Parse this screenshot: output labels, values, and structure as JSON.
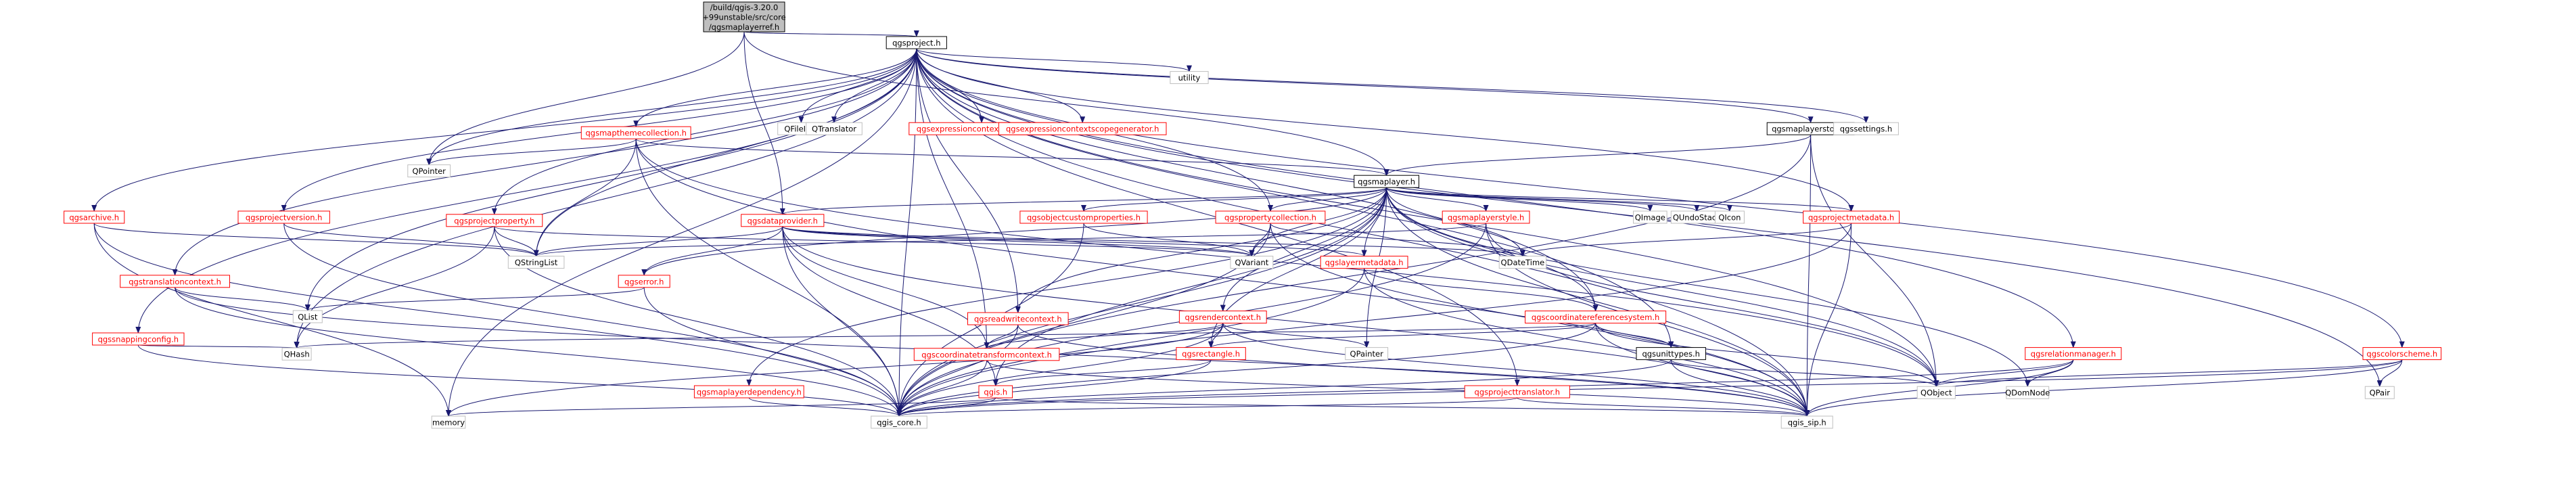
{
  "colors": {
    "edge": "#191970",
    "root_fill": "#bfbfbf",
    "node_fill": "#ffffff",
    "text_normal": "#000000",
    "text_linked": "#ff0000",
    "border_linked": "#ff0000",
    "border_system": "#bfbfbf",
    "border_root": "#000000"
  },
  "nodes": [
    {
      "id": "root",
      "lines": [
        "/build/qgis-3.20.0",
        "+99unstable/src/core",
        "/qgsmaplayerref.h"
      ],
      "style": "root"
    },
    {
      "id": "qgsproject",
      "lines": [
        "qgsproject.h"
      ],
      "style": "normal"
    },
    {
      "id": "utility",
      "lines": [
        "utility"
      ],
      "style": "system"
    },
    {
      "id": "qgsmapthemecollection",
      "lines": [
        "qgsmapthemecollection.h"
      ],
      "style": "linked"
    },
    {
      "id": "qfileinfo",
      "lines": [
        "QFileInfo"
      ],
      "style": "system"
    },
    {
      "id": "qtranslator",
      "lines": [
        "QTranslator"
      ],
      "style": "system"
    },
    {
      "id": "qgsexpressioncontextgenerator",
      "lines": [
        "qgsexpressioncontextgenerator.h"
      ],
      "style": "linked"
    },
    {
      "id": "qgsexpressioncontextscopegenerator",
      "lines": [
        "qgsexpressioncontextscopegenerator.h"
      ],
      "style": "linked"
    },
    {
      "id": "qgsmaplayerstore",
      "lines": [
        "qgsmaplayerstore.h"
      ],
      "style": "normal"
    },
    {
      "id": "qgssettings",
      "lines": [
        "qgssettings.h"
      ],
      "style": "system"
    },
    {
      "id": "qpointer",
      "lines": [
        "QPointer"
      ],
      "style": "system"
    },
    {
      "id": "qgsmaplayer",
      "lines": [
        "qgsmaplayer.h"
      ],
      "style": "normal"
    },
    {
      "id": "qgsarchive",
      "lines": [
        "qgsarchive.h"
      ],
      "style": "linked"
    },
    {
      "id": "qgsprojectversion",
      "lines": [
        "qgsprojectversion.h"
      ],
      "style": "linked"
    },
    {
      "id": "qgsprojectproperty",
      "lines": [
        "qgsprojectproperty.h"
      ],
      "style": "linked"
    },
    {
      "id": "qgsdataprovider",
      "lines": [
        "qgsdataprovider.h"
      ],
      "style": "linked"
    },
    {
      "id": "qgsobjectcustomproperties",
      "lines": [
        "qgsobjectcustomproperties.h"
      ],
      "style": "linked"
    },
    {
      "id": "qgspropertycollection",
      "lines": [
        "qgspropertycollection.h"
      ],
      "style": "linked"
    },
    {
      "id": "qgsmaplayerstyle",
      "lines": [
        "qgsmaplayerstyle.h"
      ],
      "style": "linked"
    },
    {
      "id": "qimage",
      "lines": [
        "QImage"
      ],
      "style": "system"
    },
    {
      "id": "qundostack",
      "lines": [
        "QUndoStack"
      ],
      "style": "system"
    },
    {
      "id": "qicon",
      "lines": [
        "QIcon"
      ],
      "style": "system"
    },
    {
      "id": "qgsprojectmetadata",
      "lines": [
        "qgsprojectmetadata.h"
      ],
      "style": "linked"
    },
    {
      "id": "qstringlist",
      "lines": [
        "QStringList"
      ],
      "style": "system"
    },
    {
      "id": "qvariant",
      "lines": [
        "QVariant"
      ],
      "style": "system"
    },
    {
      "id": "qdatetime",
      "lines": [
        "QDateTime"
      ],
      "style": "system"
    },
    {
      "id": "qgslayermetadata",
      "lines": [
        "qgslayermetadata.h"
      ],
      "style": "linked"
    },
    {
      "id": "qgstranslationcontext",
      "lines": [
        "qgstranslationcontext.h"
      ],
      "style": "linked"
    },
    {
      "id": "qgserror",
      "lines": [
        "qgserror.h"
      ],
      "style": "linked"
    },
    {
      "id": "qlist",
      "lines": [
        "QList"
      ],
      "style": "system"
    },
    {
      "id": "qgssnappingconfig",
      "lines": [
        "qgssnappingconfig.h"
      ],
      "style": "linked"
    },
    {
      "id": "qgsreadwritecontext",
      "lines": [
        "qgsreadwritecontext.h"
      ],
      "style": "linked"
    },
    {
      "id": "qgsrendercontext",
      "lines": [
        "qgsrendercontext.h"
      ],
      "style": "linked"
    },
    {
      "id": "qgscoordinatereferencesystem",
      "lines": [
        "qgscoordinatereferencesystem.h"
      ],
      "style": "linked"
    },
    {
      "id": "qhash",
      "lines": [
        "QHash"
      ],
      "style": "system"
    },
    {
      "id": "qgscoordinatetransformcontext",
      "lines": [
        "qgscoordinatetransformcontext.h"
      ],
      "style": "linked"
    },
    {
      "id": "qgsrectangle",
      "lines": [
        "qgsrectangle.h"
      ],
      "style": "linked"
    },
    {
      "id": "qpainter",
      "lines": [
        "QPainter"
      ],
      "style": "system"
    },
    {
      "id": "qgsunittypes",
      "lines": [
        "qgsunittypes.h"
      ],
      "style": "normal"
    },
    {
      "id": "qgsrelationmanager",
      "lines": [
        "qgsrelationmanager.h"
      ],
      "style": "linked"
    },
    {
      "id": "qgscolorscheme",
      "lines": [
        "qgscolorscheme.h"
      ],
      "style": "linked"
    },
    {
      "id": "qgsmaplayerdependency",
      "lines": [
        "qgsmaplayerdependency.h"
      ],
      "style": "linked"
    },
    {
      "id": "qgis",
      "lines": [
        "qgis.h"
      ],
      "style": "linked"
    },
    {
      "id": "qgsprojecttranslator",
      "lines": [
        "qgsprojecttranslator.h"
      ],
      "style": "linked"
    },
    {
      "id": "qobject",
      "lines": [
        "QObject"
      ],
      "style": "system"
    },
    {
      "id": "qdomnode",
      "lines": [
        "QDomNode"
      ],
      "style": "system"
    },
    {
      "id": "qpair",
      "lines": [
        "QPair"
      ],
      "style": "system"
    },
    {
      "id": "memory",
      "lines": [
        "memory"
      ],
      "style": "system"
    },
    {
      "id": "qgis_core",
      "lines": [
        "qgis_core.h"
      ],
      "style": "system"
    },
    {
      "id": "qgis_sip",
      "lines": [
        "qgis_sip.h"
      ],
      "style": "system"
    }
  ],
  "edges": [
    [
      "root",
      "qgsproject"
    ],
    [
      "root",
      "qgsmaplayer"
    ],
    [
      "root",
      "qgsdataprovider"
    ],
    [
      "root",
      "qpointer"
    ],
    [
      "qgsproject",
      "utility"
    ],
    [
      "qgsproject",
      "qgsmapthemecollection"
    ],
    [
      "qgsproject",
      "qfileinfo"
    ],
    [
      "qgsproject",
      "qtranslator"
    ],
    [
      "qgsproject",
      "qgsexpressioncontextgenerator"
    ],
    [
      "qgsproject",
      "qgsexpressioncontextscopegenerator"
    ],
    [
      "qgsproject",
      "qgsmaplayerstore"
    ],
    [
      "qgsproject",
      "qgssettings"
    ],
    [
      "qgsproject",
      "qpointer"
    ],
    [
      "qgsproject",
      "qgsarchive"
    ],
    [
      "qgsproject",
      "qgsprojectversion"
    ],
    [
      "qgsproject",
      "qgsprojectproperty"
    ],
    [
      "qgsproject",
      "qgstranslationcontext"
    ],
    [
      "qgsproject",
      "qgssnappingconfig"
    ],
    [
      "qgsproject",
      "qgsreadwritecontext"
    ],
    [
      "qgsproject",
      "qgspropertycollection"
    ],
    [
      "qgsproject",
      "qgsprojectmetadata"
    ],
    [
      "qgsproject",
      "qgscoordinatereferencesystem"
    ],
    [
      "qgsproject",
      "qgsunittypes"
    ],
    [
      "qgsproject",
      "qgsrelationmanager"
    ],
    [
      "qgsproject",
      "qgscolorscheme"
    ],
    [
      "qgsproject",
      "qgsprojecttranslator"
    ],
    [
      "qgsproject",
      "qstringlist"
    ],
    [
      "qgsproject",
      "qlist"
    ],
    [
      "qgsproject",
      "qhash"
    ],
    [
      "qgsproject",
      "qobject"
    ],
    [
      "qgsproject",
      "qpair"
    ],
    [
      "qgsproject",
      "memory"
    ],
    [
      "qgsproject",
      "qgis_core"
    ],
    [
      "qgsproject",
      "qgis_sip"
    ],
    [
      "qgsproject",
      "qgscoordinatetransformcontext"
    ],
    [
      "qgsmapthemecollection",
      "qgsmaplayer"
    ],
    [
      "qgsmapthemecollection",
      "qpointer"
    ],
    [
      "qgsmapthemecollection",
      "qstringlist"
    ],
    [
      "qgsmapthemecollection",
      "qobject"
    ],
    [
      "qgsmapthemecollection",
      "qgis_core"
    ],
    [
      "qgsmapthemecollection",
      "qgis_sip"
    ],
    [
      "qgsmaplayerstore",
      "qgsmaplayer"
    ],
    [
      "qgsmaplayerstore",
      "qobject"
    ],
    [
      "qgsmaplayerstore",
      "qgis_core"
    ],
    [
      "qgsmaplayerstore",
      "qgis_sip"
    ],
    [
      "qgsmaplayer",
      "qgsdataprovider"
    ],
    [
      "qgsmaplayer",
      "qgsobjectcustomproperties"
    ],
    [
      "qgsmaplayer",
      "qgspropertycollection"
    ],
    [
      "qgsmaplayer",
      "qgsmaplayerstyle"
    ],
    [
      "qgsmaplayer",
      "qimage"
    ],
    [
      "qgsmaplayer",
      "qundostack"
    ],
    [
      "qgsmaplayer",
      "qicon"
    ],
    [
      "qgsmaplayer",
      "qgsprojectmetadata"
    ],
    [
      "qgsmaplayer",
      "qgserror"
    ],
    [
      "qgsmaplayer",
      "qgsmaplayerdependency"
    ],
    [
      "qgsmaplayer",
      "qgslayermetadata"
    ],
    [
      "qgsmaplayer",
      "qgsreadwritecontext"
    ],
    [
      "qgsmaplayer",
      "qgsrendercontext"
    ],
    [
      "qgsmaplayer",
      "qgscoordinatereferencesystem"
    ],
    [
      "qgsmaplayer",
      "qgsrectangle"
    ],
    [
      "qgsmaplayer",
      "qgis"
    ],
    [
      "qgsmaplayer",
      "qvariant"
    ],
    [
      "qgsmaplayer",
      "qdatetime"
    ],
    [
      "qgsmaplayer",
      "qdomnode"
    ],
    [
      "qgsmaplayer",
      "qobject"
    ],
    [
      "qgsmaplayer",
      "qgis_core"
    ],
    [
      "qgsmaplayer",
      "qgis_sip"
    ],
    [
      "qgsmaplayer",
      "qpainter"
    ],
    [
      "qgsarchive",
      "qstringlist"
    ],
    [
      "qgsarchive",
      "memory"
    ],
    [
      "qgsarchive",
      "qgis_core"
    ],
    [
      "qgsprojectversion",
      "qstringlist"
    ],
    [
      "qgsprojectversion",
      "qgis_core"
    ],
    [
      "qgsprojectproperty",
      "qstringlist"
    ],
    [
      "qgsprojectproperty",
      "qvariant"
    ],
    [
      "qgsprojectproperty",
      "qhash"
    ],
    [
      "qgsprojectproperty",
      "qgis_core"
    ],
    [
      "qgsdataprovider",
      "qgserror"
    ],
    [
      "qgsdataprovider",
      "qdatetime"
    ],
    [
      "qgsdataprovider",
      "qvariant"
    ],
    [
      "qgsdataprovider",
      "qstringlist"
    ],
    [
      "qgsdataprovider",
      "qgslayermetadata"
    ],
    [
      "qgsdataprovider",
      "qgscoordinatetransformcontext"
    ],
    [
      "qgsdataprovider",
      "qgis_core"
    ],
    [
      "qgsdataprovider",
      "qgis_sip"
    ],
    [
      "qgsdataprovider",
      "qgis"
    ],
    [
      "qgsobjectcustomproperties",
      "qvariant"
    ],
    [
      "qgsobjectcustomproperties",
      "qgis_core"
    ],
    [
      "qgspropertycollection",
      "qvariant"
    ],
    [
      "qgspropertycollection",
      "qdatetime"
    ],
    [
      "qgspropertycollection",
      "qgis_core"
    ],
    [
      "qgspropertycollection",
      "qgis_sip"
    ],
    [
      "qgsmaplayerstyle",
      "qstringlist"
    ],
    [
      "qgsmaplayerstyle",
      "qgis_core"
    ],
    [
      "qgsmaplayerstyle",
      "qgis_sip"
    ],
    [
      "qgsmaplayerstyle",
      "qobject"
    ],
    [
      "qgsprojectmetadata",
      "qdatetime"
    ],
    [
      "qgsprojectmetadata",
      "qgis_core"
    ],
    [
      "qgsprojectmetadata",
      "qgis_sip"
    ],
    [
      "qgslayermetadata",
      "qgis_core"
    ],
    [
      "qgslayermetadata",
      "qgis_sip"
    ],
    [
      "qgslayermetadata",
      "qgscoordinatereferencesystem"
    ],
    [
      "qgstranslationcontext",
      "qlist"
    ],
    [
      "qgstranslationcontext",
      "qgis_core"
    ],
    [
      "qgstranslationcontext",
      "qgis_sip"
    ],
    [
      "qgserror",
      "qlist"
    ],
    [
      "qgserror",
      "qgis_core"
    ],
    [
      "qgssnappingconfig",
      "qhash"
    ],
    [
      "qgssnappingconfig",
      "qgis_core"
    ],
    [
      "qgsreadwritecontext",
      "qgscoordinatetransformcontext"
    ],
    [
      "qgsreadwritecontext",
      "qgis_core"
    ],
    [
      "qgsreadwritecontext",
      "qgis_sip"
    ],
    [
      "qgsrendercontext",
      "qgscoordinatetransformcontext"
    ],
    [
      "qgsrendercontext",
      "qgsrectangle"
    ],
    [
      "qgsrendercontext",
      "qpainter"
    ],
    [
      "qgsrendercontext",
      "memory"
    ],
    [
      "qgsrendercontext",
      "qgis_core"
    ],
    [
      "qgsrendercontext",
      "qgis_sip"
    ],
    [
      "qgscoordinatereferencesystem",
      "qgsunittypes"
    ],
    [
      "qgscoordinatereferencesystem",
      "qgsrectangle"
    ],
    [
      "qgscoordinatereferencesystem",
      "qhash"
    ],
    [
      "qgscoordinatereferencesystem",
      "qobject"
    ],
    [
      "qgscoordinatereferencesystem",
      "qgis_core"
    ],
    [
      "qgscoordinatereferencesystem",
      "qgis_sip"
    ],
    [
      "qgscoordinatetransformcontext",
      "qgis_core"
    ],
    [
      "qgscoordinatetransformcontext",
      "qgis_sip"
    ],
    [
      "qgsrectangle",
      "qgis"
    ],
    [
      "qgsrectangle",
      "qgis_core"
    ],
    [
      "qgsunittypes",
      "qobject"
    ],
    [
      "qgsunittypes",
      "qgis_core"
    ],
    [
      "qgsunittypes",
      "qgis_sip"
    ],
    [
      "qgsrelationmanager",
      "qobject"
    ],
    [
      "qgsrelationmanager",
      "qdomnode"
    ],
    [
      "qgsrelationmanager",
      "qgis_core"
    ],
    [
      "qgsrelationmanager",
      "qgis_sip"
    ],
    [
      "qgscolorscheme",
      "qobject"
    ],
    [
      "qgscolorscheme",
      "qpair"
    ],
    [
      "qgscolorscheme",
      "qgis_core"
    ],
    [
      "qgscolorscheme",
      "qgis_sip"
    ],
    [
      "qgsmaplayerdependency",
      "qgis_core"
    ],
    [
      "qgis",
      "memory"
    ],
    [
      "qgis",
      "qgis_core"
    ],
    [
      "qgis",
      "qgis_sip"
    ],
    [
      "qgsprojecttranslator",
      "qgis_core"
    ],
    [
      "qgsprojecttranslator",
      "qgis_sip"
    ]
  ]
}
